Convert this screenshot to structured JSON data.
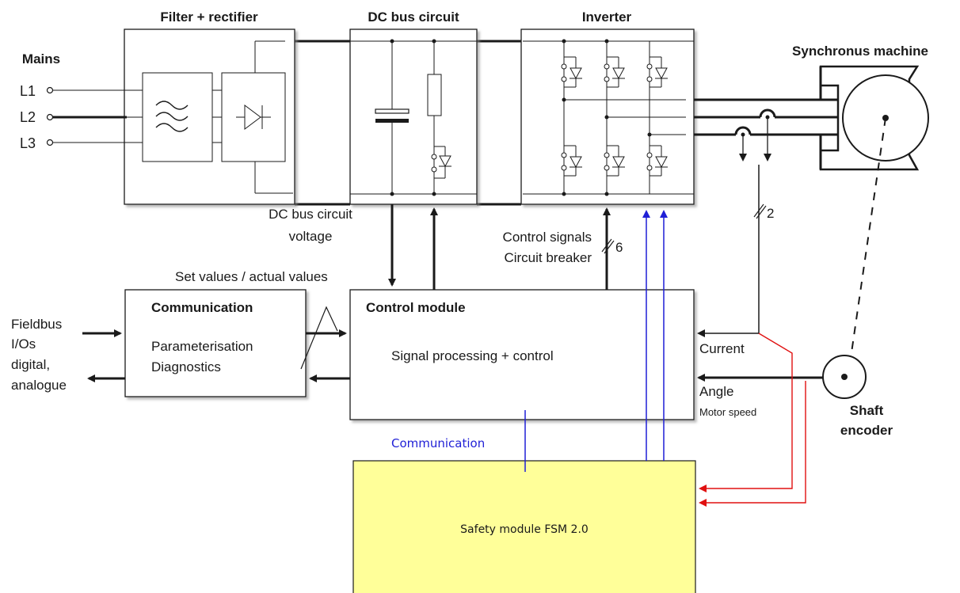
{
  "blocks": {
    "filter_rectifier": "Filter + rectifier",
    "dc_bus": "DC bus circuit",
    "inverter": "Inverter",
    "synchronous_machine": "Synchronus machine"
  },
  "mains": {
    "title": "Mains",
    "phases": [
      "L1",
      "L2",
      "L3"
    ]
  },
  "labels": {
    "dc_voltage_1": "DC bus circuit",
    "dc_voltage_2": "voltage",
    "control_signals_1": "Control signals",
    "control_signals_2": "Circuit breaker",
    "bus_count_6": "6",
    "bus_count_2": "2",
    "set_actual": "Set values / actual values",
    "current": "Current",
    "angle": "Angle",
    "motor_speed": "Motor speed",
    "shaft_encoder_1": "Shaft",
    "shaft_encoder_2": "encoder",
    "fieldbus_1": "Fieldbus",
    "fieldbus_2": "I/Os",
    "fieldbus_3": "digital,",
    "fieldbus_4": "analogue",
    "communication_link": "Communication"
  },
  "communication_block": {
    "title": "Communication",
    "line1": "Parameterisation",
    "line2": "Diagnostics"
  },
  "control_block": {
    "title": "Control module",
    "text": "Signal processing + control"
  },
  "safety_block": {
    "text": "Safety module FSM 2.0",
    "fill": "#ffff99"
  },
  "colors": {
    "blue_link": "#1f1fd6",
    "red_link": "#e01010"
  }
}
